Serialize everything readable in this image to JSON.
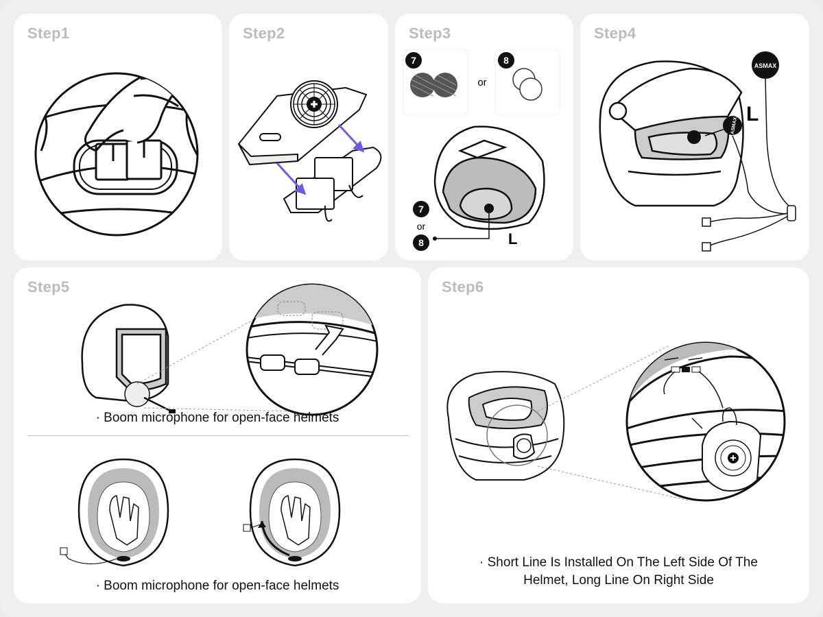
{
  "steps": [
    {
      "label": "Step1"
    },
    {
      "label": "Step2"
    },
    {
      "label": "Step3",
      "badge_a": "7",
      "badge_b": "8",
      "or_text": "or",
      "side_label": "L"
    },
    {
      "label": "Step4",
      "brand": "ASMAX",
      "side_label": "L"
    },
    {
      "label": "Step5",
      "caption_top": "· Boom microphone for open-face helmets",
      "caption_bottom": "· Boom microphone for open-face helmets"
    },
    {
      "label": "Step6",
      "caption_line1": "· Short Line Is Installed On The Left Side Of The",
      "caption_line2": "Helmet, Long Line On Right Side"
    }
  ],
  "colors": {
    "background": "#efefef",
    "card": "#ffffff",
    "step_label": "#bcbcbc",
    "arrow_accent": "#6b5ce7",
    "line": "#111111"
  }
}
